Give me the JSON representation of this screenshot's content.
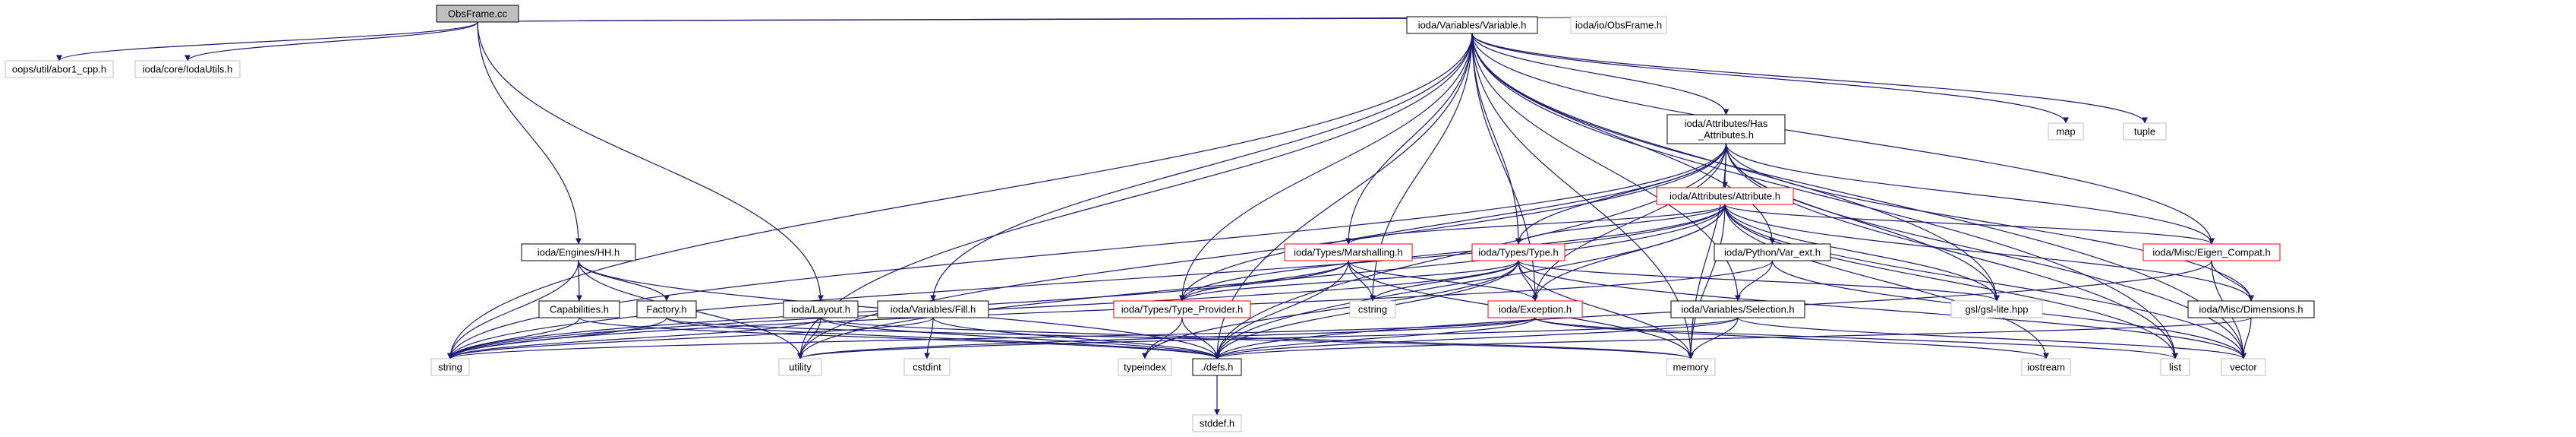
{
  "graph": {
    "nodes": [
      {
        "id": "obsframe_cc",
        "label": "ObsFrame.cc",
        "style": "root"
      },
      {
        "id": "abor1",
        "label": "oops/util/abor1_cpp.h",
        "style": "external"
      },
      {
        "id": "iodautils",
        "label": "ioda/core/IodaUtils.h",
        "style": "external"
      },
      {
        "id": "variable_h",
        "label": "ioda/Variables/Variable.h",
        "style": "normal"
      },
      {
        "id": "obsframe_h",
        "label": "ioda/io/ObsFrame.h",
        "style": "external"
      },
      {
        "id": "hh_h",
        "label": "ioda/Engines/HH.h",
        "style": "normal"
      },
      {
        "id": "layout_h",
        "label": "ioda/Layout.h",
        "style": "normal"
      },
      {
        "id": "fill_h",
        "label": "ioda/Variables/Fill.h",
        "style": "normal"
      },
      {
        "id": "has_attributes_h",
        "label": "ioda/Attributes/Has\n_Attributes.h",
        "style": "normal"
      },
      {
        "id": "map",
        "label": "map",
        "style": "external"
      },
      {
        "id": "tuple",
        "label": "tuple",
        "style": "external"
      },
      {
        "id": "attribute_h",
        "label": "ioda/Attributes/Attribute.h",
        "style": "truncated"
      },
      {
        "id": "marshalling_h",
        "label": "ioda/Types/Marshalling.h",
        "style": "truncated"
      },
      {
        "id": "type_h",
        "label": "ioda/Types/Type.h",
        "style": "truncated"
      },
      {
        "id": "var_ext_h",
        "label": "ioda/Python/Var_ext.h",
        "style": "normal"
      },
      {
        "id": "eigen_compat_h",
        "label": "ioda/Misc/Eigen_Compat.h",
        "style": "truncated"
      },
      {
        "id": "capabilities_h",
        "label": "Capabilities.h",
        "style": "normal"
      },
      {
        "id": "factory_h",
        "label": "Factory.h",
        "style": "normal"
      },
      {
        "id": "type_provider_h",
        "label": "ioda/Types/Type_Provider.h",
        "style": "truncated"
      },
      {
        "id": "cstring",
        "label": "cstring",
        "style": "external"
      },
      {
        "id": "exception_h",
        "label": "ioda/Exception.h",
        "style": "truncated"
      },
      {
        "id": "selection_h",
        "label": "ioda/Variables/Selection.h",
        "style": "normal"
      },
      {
        "id": "gsl_lite",
        "label": "gsl/gsl-lite.hpp",
        "style": "external"
      },
      {
        "id": "dimensions_h",
        "label": "ioda/Misc/Dimensions.h",
        "style": "normal"
      },
      {
        "id": "string",
        "label": "string",
        "style": "external"
      },
      {
        "id": "utility",
        "label": "utility",
        "style": "external"
      },
      {
        "id": "cstdint",
        "label": "cstdint",
        "style": "external"
      },
      {
        "id": "typeindex",
        "label": "typeindex",
        "style": "external"
      },
      {
        "id": "defs_h",
        "label": "./defs.h",
        "style": "normal"
      },
      {
        "id": "memory",
        "label": "memory",
        "style": "external"
      },
      {
        "id": "iostream",
        "label": "iostream",
        "style": "external"
      },
      {
        "id": "list",
        "label": "list",
        "style": "external"
      },
      {
        "id": "vector",
        "label": "vector",
        "style": "external"
      },
      {
        "id": "stddef_h",
        "label": "stddef.h",
        "style": "external"
      }
    ],
    "edges": [
      [
        "obsframe_cc",
        "abor1"
      ],
      [
        "obsframe_cc",
        "iodautils"
      ],
      [
        "obsframe_cc",
        "variable_h"
      ],
      [
        "obsframe_cc",
        "obsframe_h"
      ],
      [
        "obsframe_cc",
        "hh_h"
      ],
      [
        "obsframe_cc",
        "layout_h"
      ],
      [
        "variable_h",
        "has_attributes_h"
      ],
      [
        "variable_h",
        "map"
      ],
      [
        "variable_h",
        "tuple"
      ],
      [
        "variable_h",
        "eigen_compat_h"
      ],
      [
        "variable_h",
        "vector"
      ],
      [
        "variable_h",
        "list"
      ],
      [
        "variable_h",
        "memory"
      ],
      [
        "variable_h",
        "gsl_lite"
      ],
      [
        "variable_h",
        "selection_h"
      ],
      [
        "variable_h",
        "var_ext_h"
      ],
      [
        "variable_h",
        "type_h"
      ],
      [
        "variable_h",
        "exception_h"
      ],
      [
        "variable_h",
        "cstring"
      ],
      [
        "variable_h",
        "marshalling_h"
      ],
      [
        "variable_h",
        "type_provider_h"
      ],
      [
        "variable_h",
        "defs_h"
      ],
      [
        "variable_h",
        "fill_h"
      ],
      [
        "variable_h",
        "utility"
      ],
      [
        "variable_h",
        "string"
      ],
      [
        "has_attributes_h",
        "attribute_h"
      ],
      [
        "has_attributes_h",
        "eigen_compat_h"
      ],
      [
        "has_attributes_h",
        "vector"
      ],
      [
        "has_attributes_h",
        "list"
      ],
      [
        "has_attributes_h",
        "dimensions_h"
      ],
      [
        "has_attributes_h",
        "gsl_lite"
      ],
      [
        "has_attributes_h",
        "memory"
      ],
      [
        "has_attributes_h",
        "type_h"
      ],
      [
        "has_attributes_h",
        "exception_h"
      ],
      [
        "has_attributes_h",
        "defs_h"
      ],
      [
        "has_attributes_h",
        "utility"
      ],
      [
        "has_attributes_h",
        "string"
      ],
      [
        "has_attributes_h",
        "type_provider_h"
      ],
      [
        "attribute_h",
        "marshalling_h"
      ],
      [
        "attribute_h",
        "type_h"
      ],
      [
        "attribute_h",
        "exception_h"
      ],
      [
        "attribute_h",
        "gsl_lite"
      ],
      [
        "attribute_h",
        "eigen_compat_h"
      ],
      [
        "attribute_h",
        "dimensions_h"
      ],
      [
        "attribute_h",
        "iostream"
      ],
      [
        "attribute_h",
        "vector"
      ],
      [
        "attribute_h",
        "memory"
      ],
      [
        "attribute_h",
        "defs_h"
      ],
      [
        "attribute_h",
        "type_provider_h"
      ],
      [
        "attribute_h",
        "string"
      ],
      [
        "attribute_h",
        "list"
      ],
      [
        "attribute_h",
        "utility"
      ],
      [
        "marshalling_h",
        "type_provider_h"
      ],
      [
        "marshalling_h",
        "exception_h"
      ],
      [
        "marshalling_h",
        "cstring"
      ],
      [
        "marshalling_h",
        "memory"
      ],
      [
        "marshalling_h",
        "defs_h"
      ],
      [
        "marshalling_h",
        "string"
      ],
      [
        "type_h",
        "type_provider_h"
      ],
      [
        "type_h",
        "exception_h"
      ],
      [
        "type_h",
        "cstring"
      ],
      [
        "type_h",
        "gsl_lite"
      ],
      [
        "type_h",
        "memory"
      ],
      [
        "type_h",
        "vector"
      ],
      [
        "type_h",
        "defs_h"
      ],
      [
        "type_h",
        "typeindex"
      ],
      [
        "type_h",
        "string"
      ],
      [
        "var_ext_h",
        "selection_h"
      ],
      [
        "var_ext_h",
        "vector"
      ],
      [
        "var_ext_h",
        "string"
      ],
      [
        "eigen_compat_h",
        "dimensions_h"
      ],
      [
        "eigen_compat_h",
        "defs_h"
      ],
      [
        "eigen_compat_h",
        "vector"
      ],
      [
        "dimensions_h",
        "defs_h"
      ],
      [
        "dimensions_h",
        "vector"
      ],
      [
        "selection_h",
        "memory"
      ],
      [
        "selection_h",
        "defs_h"
      ],
      [
        "selection_h",
        "vector"
      ],
      [
        "selection_h",
        "utility"
      ],
      [
        "exception_h",
        "defs_h"
      ],
      [
        "exception_h",
        "iostream"
      ],
      [
        "exception_h",
        "list"
      ],
      [
        "exception_h",
        "string"
      ],
      [
        "exception_h",
        "utility"
      ],
      [
        "type_provider_h",
        "defs_h"
      ],
      [
        "type_provider_h",
        "typeindex"
      ],
      [
        "hh_h",
        "capabilities_h"
      ],
      [
        "hh_h",
        "factory_h"
      ],
      [
        "hh_h",
        "defs_h"
      ],
      [
        "hh_h",
        "utility"
      ],
      [
        "hh_h",
        "string"
      ],
      [
        "capabilities_h",
        "defs_h"
      ],
      [
        "capabilities_h",
        "string"
      ],
      [
        "factory_h",
        "defs_h"
      ],
      [
        "factory_h",
        "string"
      ],
      [
        "factory_h",
        "memory"
      ],
      [
        "layout_h",
        "defs_h"
      ],
      [
        "layout_h",
        "memory"
      ],
      [
        "layout_h",
        "string"
      ],
      [
        "layout_h",
        "utility"
      ],
      [
        "fill_h",
        "defs_h"
      ],
      [
        "fill_h",
        "cstdint"
      ],
      [
        "fill_h",
        "string"
      ],
      [
        "defs_h",
        "stddef_h"
      ]
    ]
  },
  "colors": {
    "edge": "#191970",
    "node_border": "#000000",
    "root_fill": "#bfbfbf",
    "external_border": "#bfbfbf",
    "truncated_border": "#ff0000",
    "text": "#000000",
    "background": "#ffffff"
  }
}
